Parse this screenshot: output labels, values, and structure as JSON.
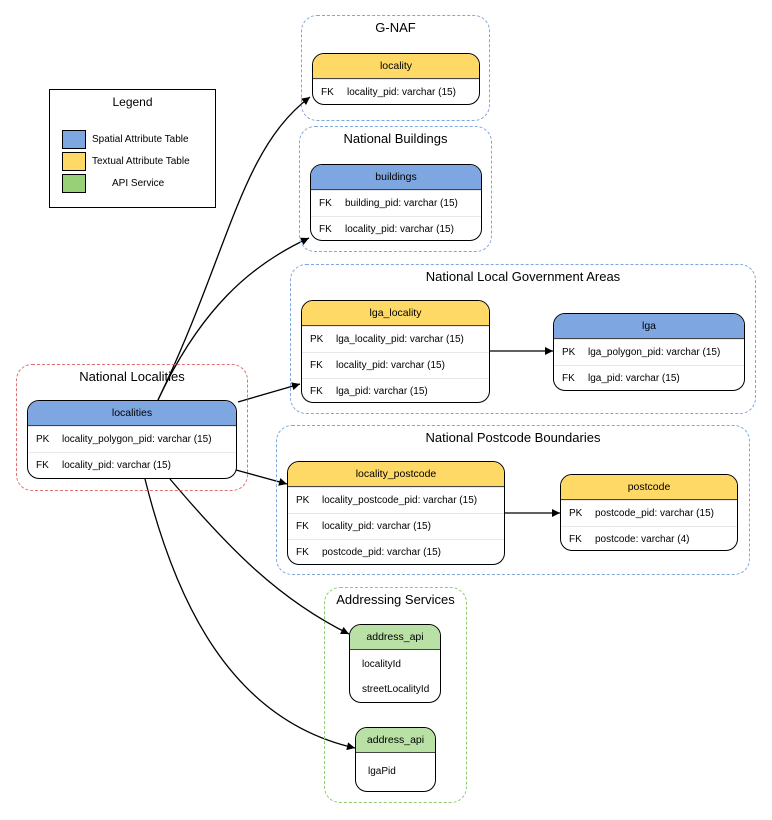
{
  "legend": {
    "title": "Legend",
    "items": [
      {
        "label": "Spatial Attribute Table",
        "color": "#7ea6e0"
      },
      {
        "label": "Textual Attribute Table",
        "color": "#ffd966"
      },
      {
        "label": "API Service",
        "color": "#97d077"
      }
    ]
  },
  "clusters": {
    "gnaf": "G-NAF",
    "buildings": "National Buildings",
    "lga": "National Local Government Areas",
    "localities": "National Localities",
    "postcode": "National Postcode Boundaries",
    "addressing": "Addressing Services"
  },
  "tables": {
    "locality": {
      "name": "locality",
      "rows": [
        {
          "key": "FK",
          "field": "locality_pid: varchar (15)"
        }
      ]
    },
    "buildings": {
      "name": "buildings",
      "rows": [
        {
          "key": "FK",
          "field": "building_pid: varchar (15)"
        },
        {
          "key": "FK",
          "field": "locality_pid: varchar (15)"
        }
      ]
    },
    "lga_locality": {
      "name": "lga_locality",
      "rows": [
        {
          "key": "PK",
          "field": "lga_locality_pid: varchar (15)"
        },
        {
          "key": "FK",
          "field": "locality_pid: varchar (15)"
        },
        {
          "key": "FK",
          "field": "lga_pid: varchar (15)"
        }
      ]
    },
    "lga": {
      "name": "lga",
      "rows": [
        {
          "key": "PK",
          "field": "lga_polygon_pid: varchar (15)"
        },
        {
          "key": "FK",
          "field": "lga_pid: varchar (15)"
        }
      ]
    },
    "localities": {
      "name": "localities",
      "rows": [
        {
          "key": "PK",
          "field": "locality_polygon_pid: varchar (15)"
        },
        {
          "key": "FK",
          "field": "locality_pid: varchar (15)"
        }
      ]
    },
    "locality_postcode": {
      "name": "locality_postcode",
      "rows": [
        {
          "key": "PK",
          "field": "locality_postcode_pid: varchar (15)"
        },
        {
          "key": "FK",
          "field": "locality_pid: varchar (15)"
        },
        {
          "key": "FK",
          "field": "postcode_pid: varchar (15)"
        }
      ]
    },
    "postcode": {
      "name": "postcode",
      "rows": [
        {
          "key": "PK",
          "field": "postcode_pid: varchar (15)"
        },
        {
          "key": "FK",
          "field": "postcode: varchar (4)"
        }
      ]
    },
    "address_api_1": {
      "name": "address_api",
      "fields": [
        "localityId",
        "streetLocalityId"
      ]
    },
    "address_api_2": {
      "name": "address_api",
      "fields": [
        "lgaPid"
      ]
    }
  }
}
